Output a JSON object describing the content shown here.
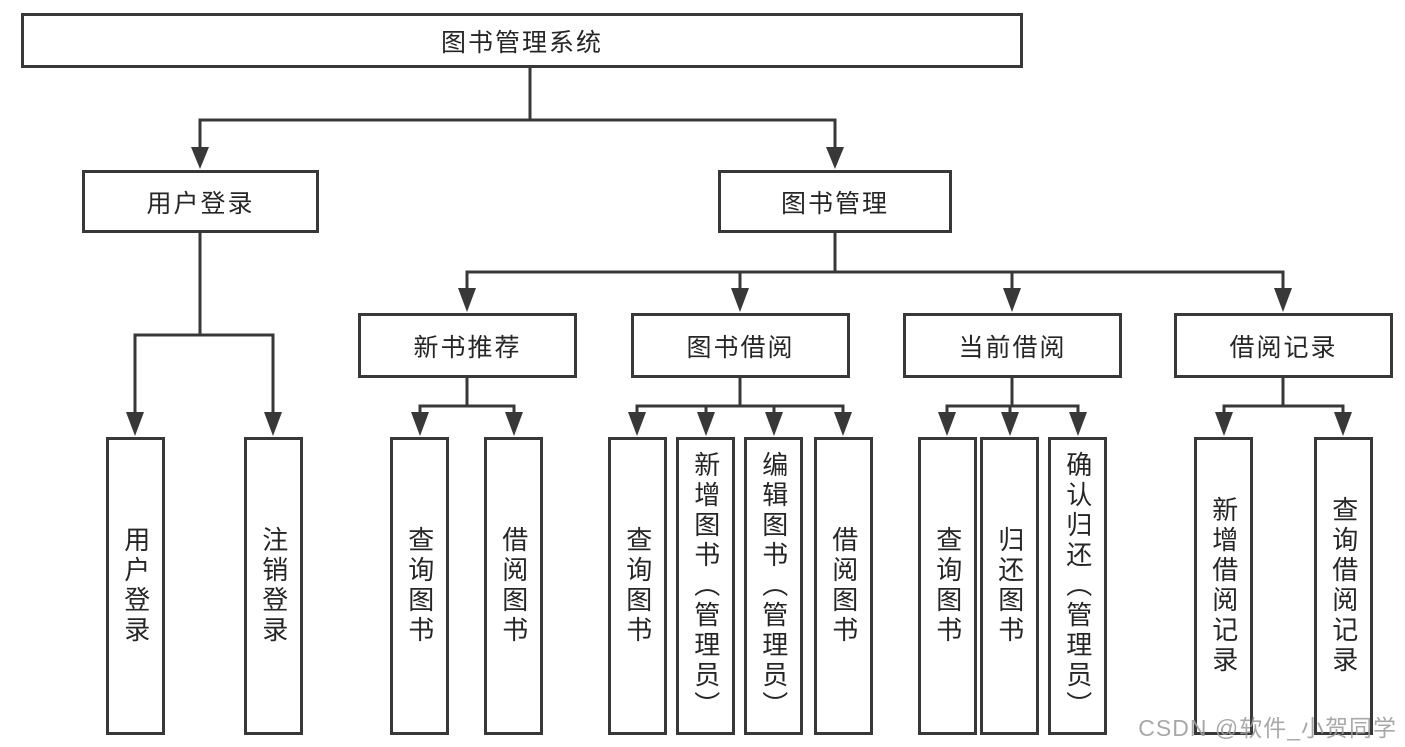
{
  "diagram": {
    "root": "图书管理系统",
    "level2": [
      "用户登录",
      "图书管理"
    ],
    "level3": [
      "新书推荐",
      "图书借阅",
      "当前借阅",
      "借阅记录"
    ],
    "level4": [
      "用户登录",
      "注销登录",
      "查询图书",
      "借阅图书",
      "查询图书",
      "新增图书（管理员）",
      "编辑图书（管理员）",
      "借阅图书",
      "查询图书",
      "归还图书",
      "确认归还（管理员）",
      "新增借阅记录",
      "查询借阅记录"
    ]
  },
  "watermark": {
    "text": "CSDN @软件_小贺同学"
  },
  "colors": {
    "line": "#383838",
    "text": "#262626",
    "background": "#ffffff",
    "watermark": "#9e9e9e"
  }
}
